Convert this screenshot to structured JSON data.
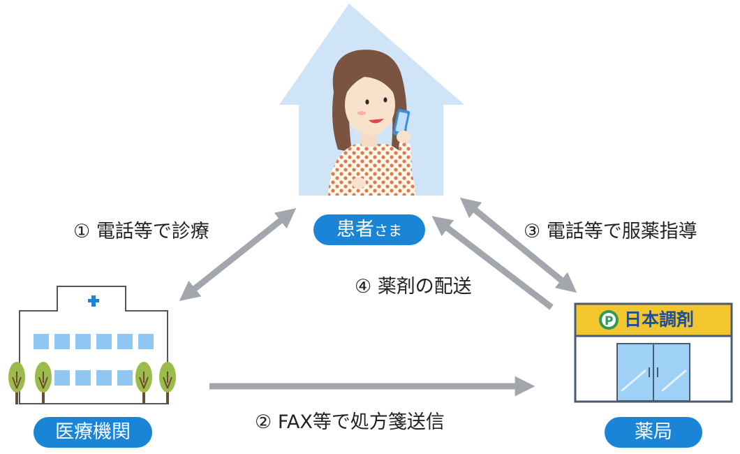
{
  "nodes": {
    "patient": {
      "main": "患者",
      "suffix": "さま"
    },
    "clinic": {
      "label": "医療機関"
    },
    "pharmacy": {
      "label": "薬局",
      "sign": "日本調剤",
      "logo_letter": "P"
    }
  },
  "steps": [
    {
      "num": "①",
      "text": "電話等で診療"
    },
    {
      "num": "②",
      "text": "FAX等で処方箋送信"
    },
    {
      "num": "③",
      "text": "電話等で服薬指導"
    },
    {
      "num": "④",
      "text": "薬剤の配送"
    }
  ],
  "colors": {
    "pill_bg": "#1a84d7",
    "house": "#cfe5f7",
    "arrow": "#a4a6ad",
    "building_window": "#8fc6f2",
    "cross": "#1a84d7",
    "tree": "#9bbc4a",
    "sign_bg": "#f4c62d",
    "sign_text": "#1e4f96"
  }
}
